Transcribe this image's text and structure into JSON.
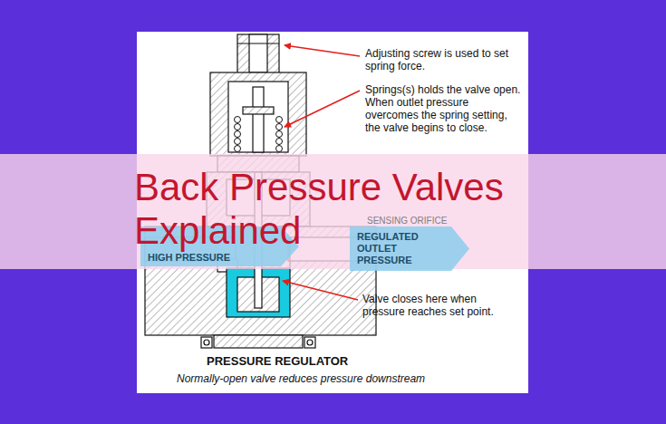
{
  "diagram": {
    "title": "Back Pressure Valves Explained",
    "caption": "Normally-open valve reduces pressure downstream",
    "nodes": [
      {
        "text": [
          "HIGH PRESSURE"
        ]
      },
      {
        "text": [
          "REGULATED OUTLET PRESSURE"
        ]
      }
    ],
    "labels": [
      "Adjusting screw is used to set spring force.",
      "Springs(s) holds the valve open. When outlet pressure overcomes the spring setting, the valve begins to close.",
      "SENSING ORIFICE",
      "Valve closes here when pressure reaches set point.",
      "PRESSURE REGULATOR"
    ]
  }
}
